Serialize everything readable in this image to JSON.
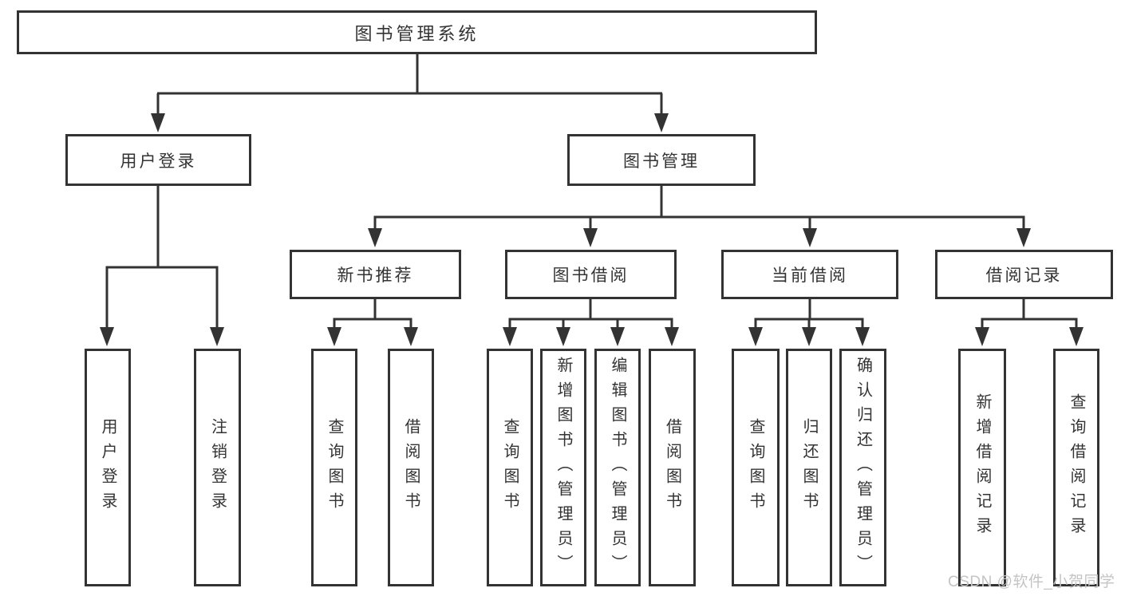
{
  "diagram": {
    "root": "图书管理系统",
    "level2": {
      "user_login": "用户登录",
      "book_management": "图书管理"
    },
    "level3": {
      "new_book_recommend": "新书推荐",
      "book_borrowing": "图书借阅",
      "current_borrowing": "当前借阅",
      "borrowing_records": "借阅记录"
    },
    "leaves": {
      "user_login_children": [
        "用户登录",
        "注销登录"
      ],
      "new_book_recommend_children": [
        "查询图书",
        "借阅图书"
      ],
      "book_borrowing_children": [
        "查询图书",
        "新增图书（管理员）",
        "编辑图书（管理员）",
        "借阅图书"
      ],
      "current_borrowing_children": [
        "查询图书",
        "归还图书",
        "确认归还（管理员）"
      ],
      "borrowing_records_children": [
        "新增借阅记录",
        "查询借阅记录"
      ]
    }
  },
  "watermark": "CSDN @软件_小贺同学",
  "colors": {
    "line": "#333333",
    "text": "#333333",
    "watermark": "#c4c4c4",
    "background": "#ffffff"
  }
}
